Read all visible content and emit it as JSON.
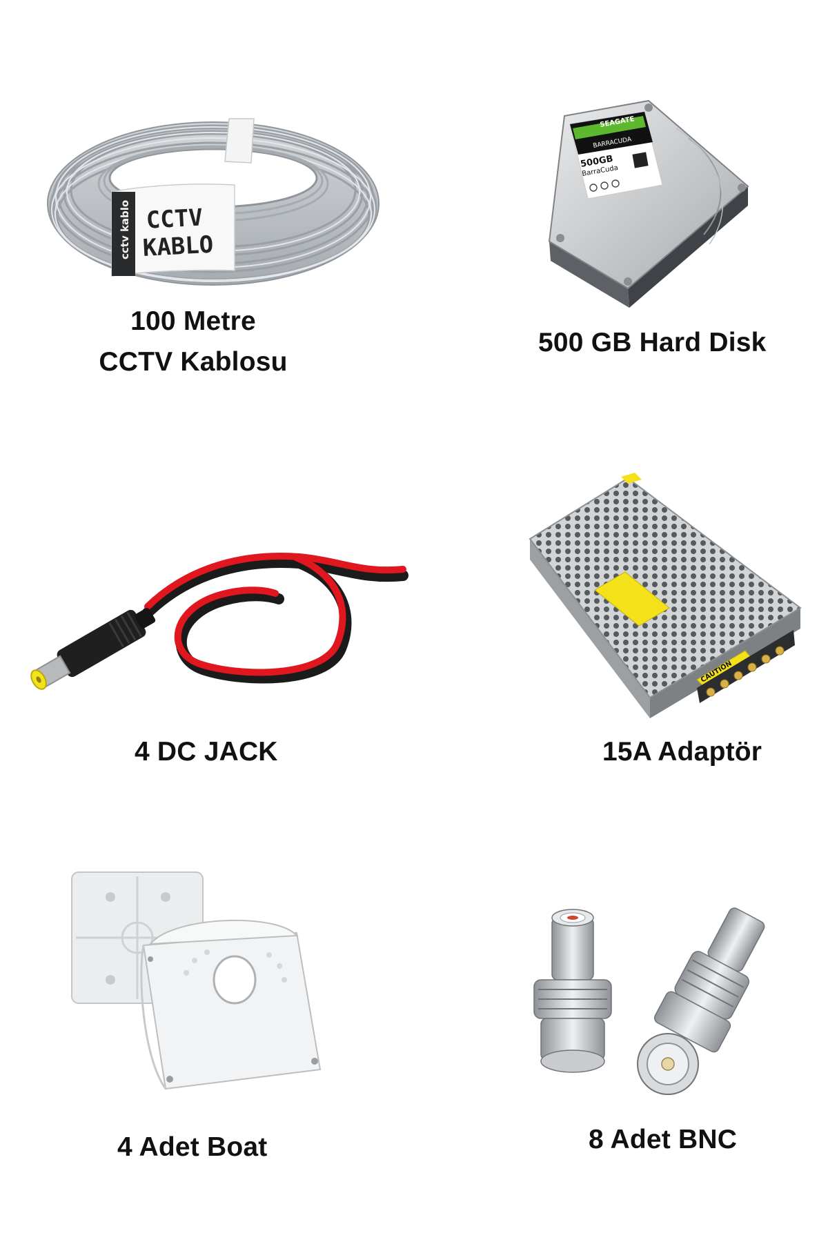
{
  "products": {
    "cable": {
      "caption_line1": "100 Metre",
      "caption_line2": "CCTV Kablosu",
      "tag_small": "cctv kablo",
      "tag_line1": "CCTV",
      "tag_line2": "KABLO",
      "icon": "cable-coil-icon"
    },
    "hdd": {
      "caption": "500 GB Hard Disk",
      "label_brand": "SEAGATE",
      "label_series": "BARRACUDA",
      "label_capacity": "500GB",
      "label_model": "BarraCuda",
      "icon": "hard-disk-icon"
    },
    "dcjack": {
      "caption": "4 DC JACK",
      "icon": "dc-jack-icon"
    },
    "psu": {
      "caption": "15A Adaptör",
      "warning_label": "CAUTION",
      "icon": "power-supply-icon"
    },
    "box": {
      "caption": "4 Adet Boat",
      "icon": "junction-box-icon"
    },
    "bnc": {
      "caption": "8 Adet BNC",
      "icon": "bnc-connector-icon"
    }
  },
  "colors": {
    "caption_text": "#111111",
    "cable_gray": "#b7bcc1",
    "jack_red": "#e0171e",
    "jack_black": "#1b1b1b",
    "tip_yellow": "#f3e21c",
    "psu_silver": "#c9cbcc",
    "psu_yellow": "#f4e11a",
    "hdd_green": "#5eb82f",
    "bnc_silver": "#b9bcc0"
  }
}
